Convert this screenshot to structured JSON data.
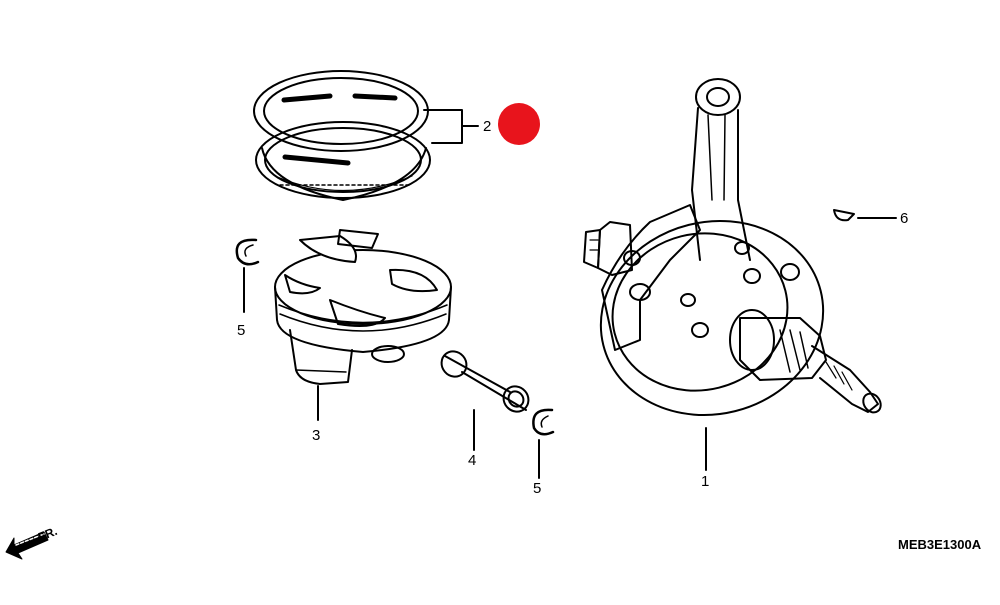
{
  "diagram": {
    "callouts": {
      "crankshaft": "1",
      "piston_ring_set": "2",
      "piston": "3",
      "piston_pin": "4",
      "clip_left": "5",
      "clip_right": "5",
      "woodruff_key": "6"
    },
    "direction_label": "FR.",
    "drawing_code": "MEB3E1300A",
    "highlight_marker_color": "#e8141c",
    "line_color": "#000000"
  }
}
